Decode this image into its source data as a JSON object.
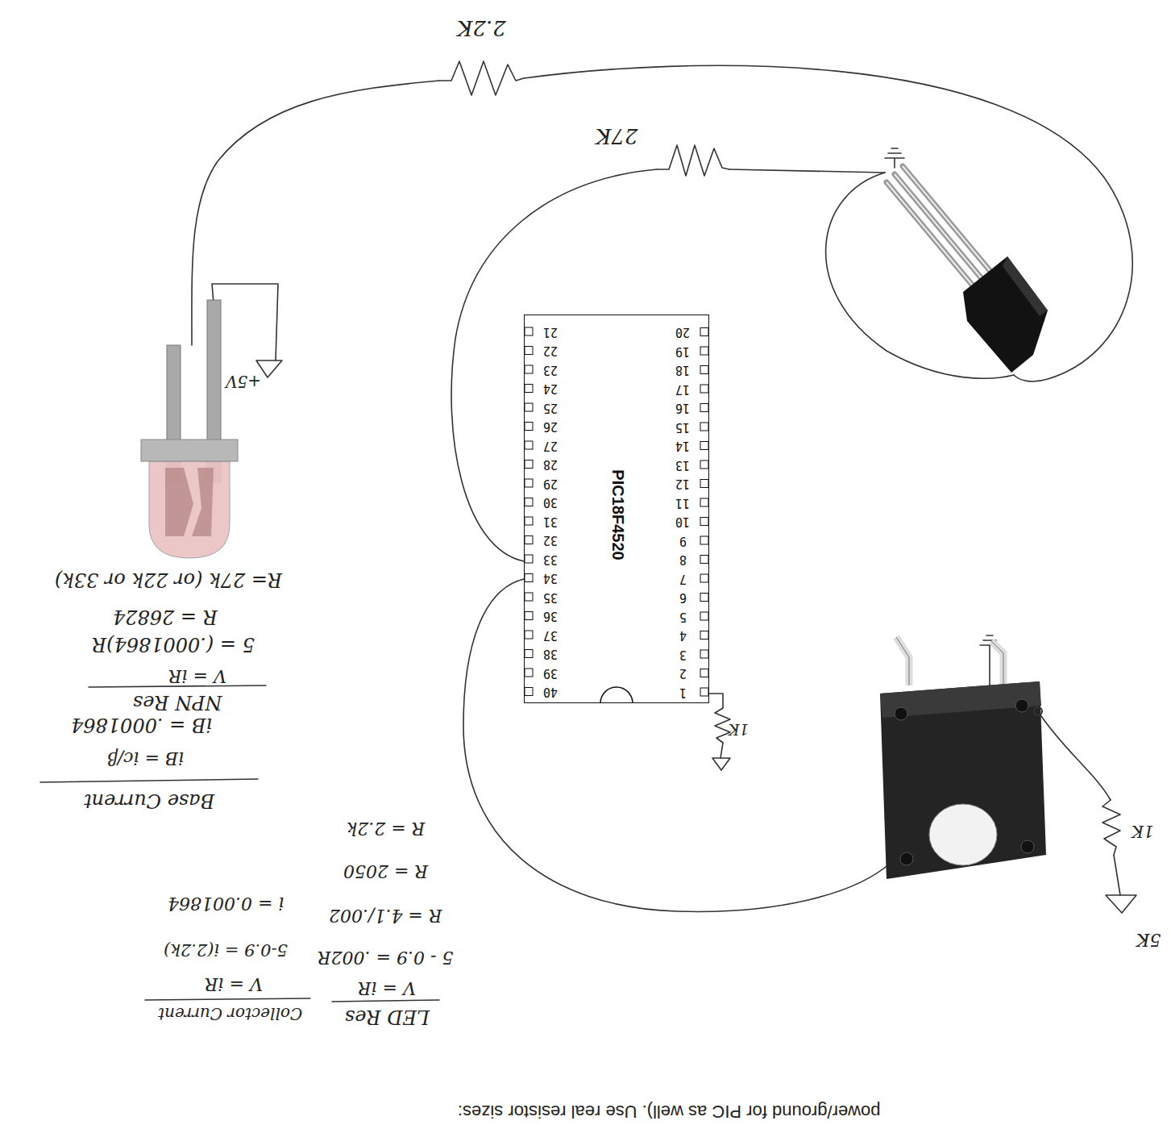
{
  "diagram": {
    "nodes": [
      {
        "text": [
          "PIC18F4520"
        ]
      }
    ],
    "labels": [
      "2.2K",
      "27K",
      "+5V",
      "1K",
      "1K",
      "5K",
      "R= 27k (or 22k or 33k)",
      "R = 26824",
      "5 = (.0001864)R",
      "V = iR",
      "NPN Res",
      "iB = .0001864",
      "iB = ic/β",
      "Base Current",
      "R = 2.2k",
      "R = 2050",
      "R = 4.1/.002",
      "5 - 0.9 = .002R",
      "V = iR",
      "LED Res",
      "i = 0.001864",
      "5-0.9 = i(2.2k)",
      "V = iR",
      "Collector Current",
      "power/ground for PIC as well).  Use real resistor sizes:",
      "1",
      "2",
      "3",
      "4",
      "5",
      "6",
      "7",
      "8",
      "9",
      "10",
      "11",
      "12",
      "13",
      "14",
      "15",
      "16",
      "17",
      "18",
      "19",
      "20",
      "21",
      "22",
      "23",
      "24",
      "25",
      "26",
      "27",
      "28",
      "29",
      "30",
      "31",
      "32",
      "33",
      "34",
      "35",
      "36",
      "37",
      "38",
      "39",
      "40"
    ]
  }
}
